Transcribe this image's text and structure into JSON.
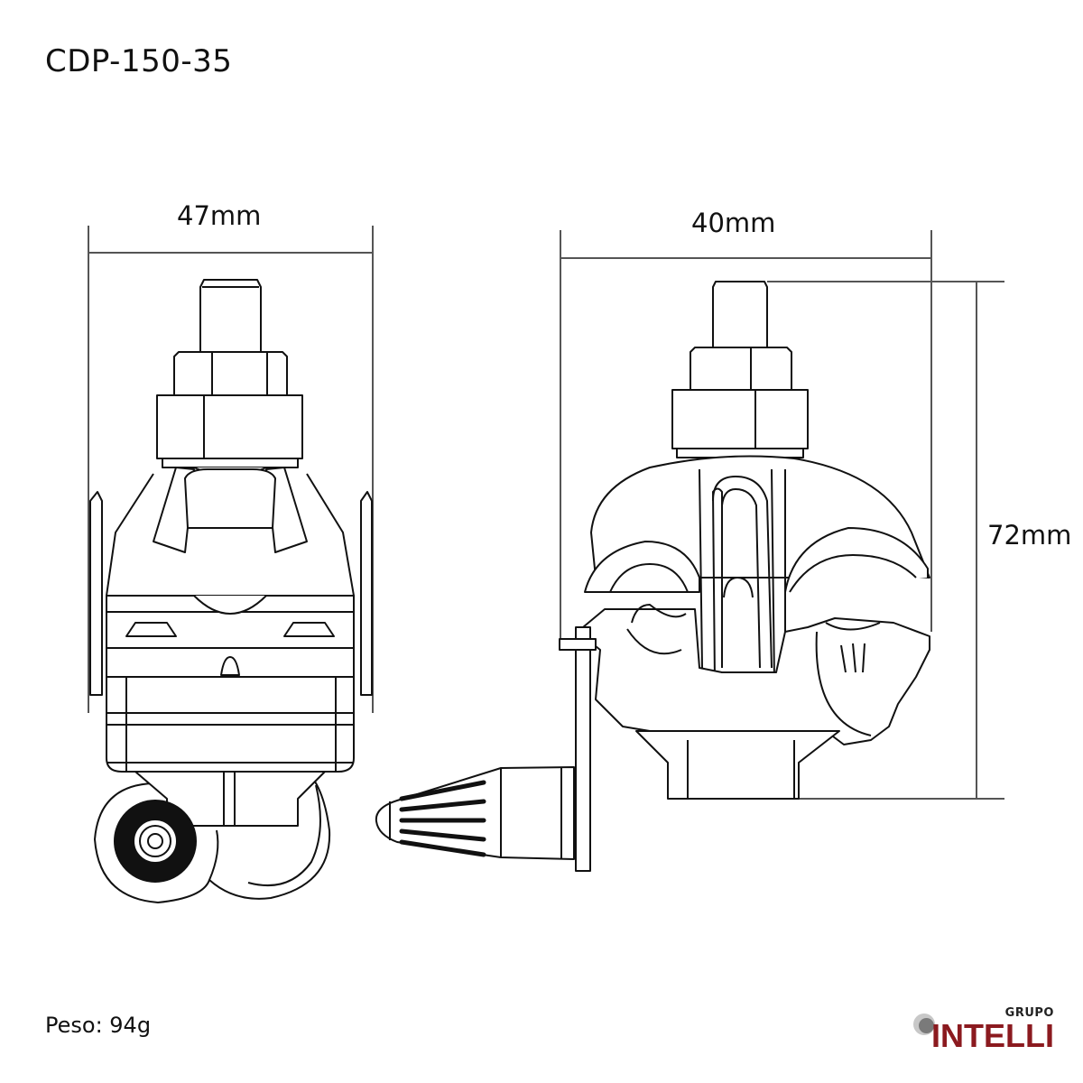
{
  "header": {
    "title": "CDP-150-35"
  },
  "front_view": {
    "width_dimension": "47mm"
  },
  "side_view": {
    "width_dimension": "40mm",
    "height_dimension": "72mm"
  },
  "footer": {
    "weight": "Peso: 94g"
  },
  "logo": {
    "top_text": "GRUPO",
    "brand_text": "INTELLI",
    "brand_color": "#8b1a1f",
    "circle_colors": [
      "#c8c8c8",
      "#7a7a7a"
    ]
  },
  "colors": {
    "line": "#111111",
    "dimension_line": "#555555",
    "background": "#ffffff"
  }
}
